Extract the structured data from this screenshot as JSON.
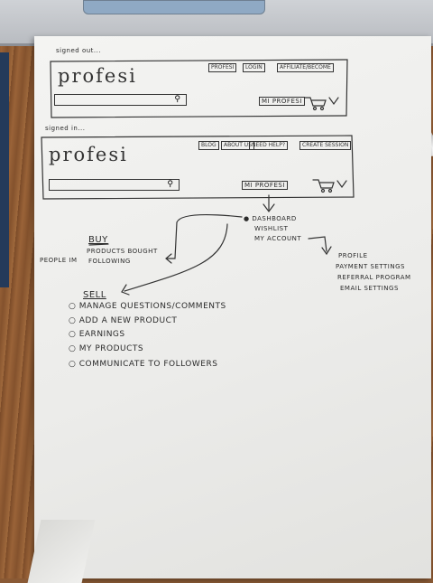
{
  "signed_out": {
    "label": "signed out...",
    "logo": "profesi",
    "top_links": [
      "PROFESI",
      "LOGIN",
      "AFFILIATE/BECOME"
    ],
    "account_button": "MI PROFESI"
  },
  "signed_in": {
    "label": "signed in...",
    "logo": "profesi",
    "top_links": [
      "BLOG",
      "ABOUT US",
      "NEED HELP?"
    ],
    "top_right": "CREATE SESSION",
    "account_button": "MI PROFESI"
  },
  "dropdown": {
    "items": [
      "DASHBOARD",
      "WISHLIST",
      "MY ACCOUNT"
    ]
  },
  "buy": {
    "heading": "BUY",
    "items": [
      "PRODUCTS BOUGHT",
      "FOLLOWING"
    ],
    "side_note": "PEOPLE IM"
  },
  "sell": {
    "heading": "SELL",
    "items": [
      "MANAGE QUESTIONS/COMMENTS",
      "ADD A NEW PRODUCT",
      "EARNINGS",
      "MY PRODUCTS",
      "COMMUNICATE TO FOLLOWERS"
    ]
  },
  "account": {
    "items": [
      "PROFILE",
      "PAYMENT SETTINGS",
      "REFERRAL PROGRAM",
      "EMAIL SETTINGS"
    ]
  }
}
